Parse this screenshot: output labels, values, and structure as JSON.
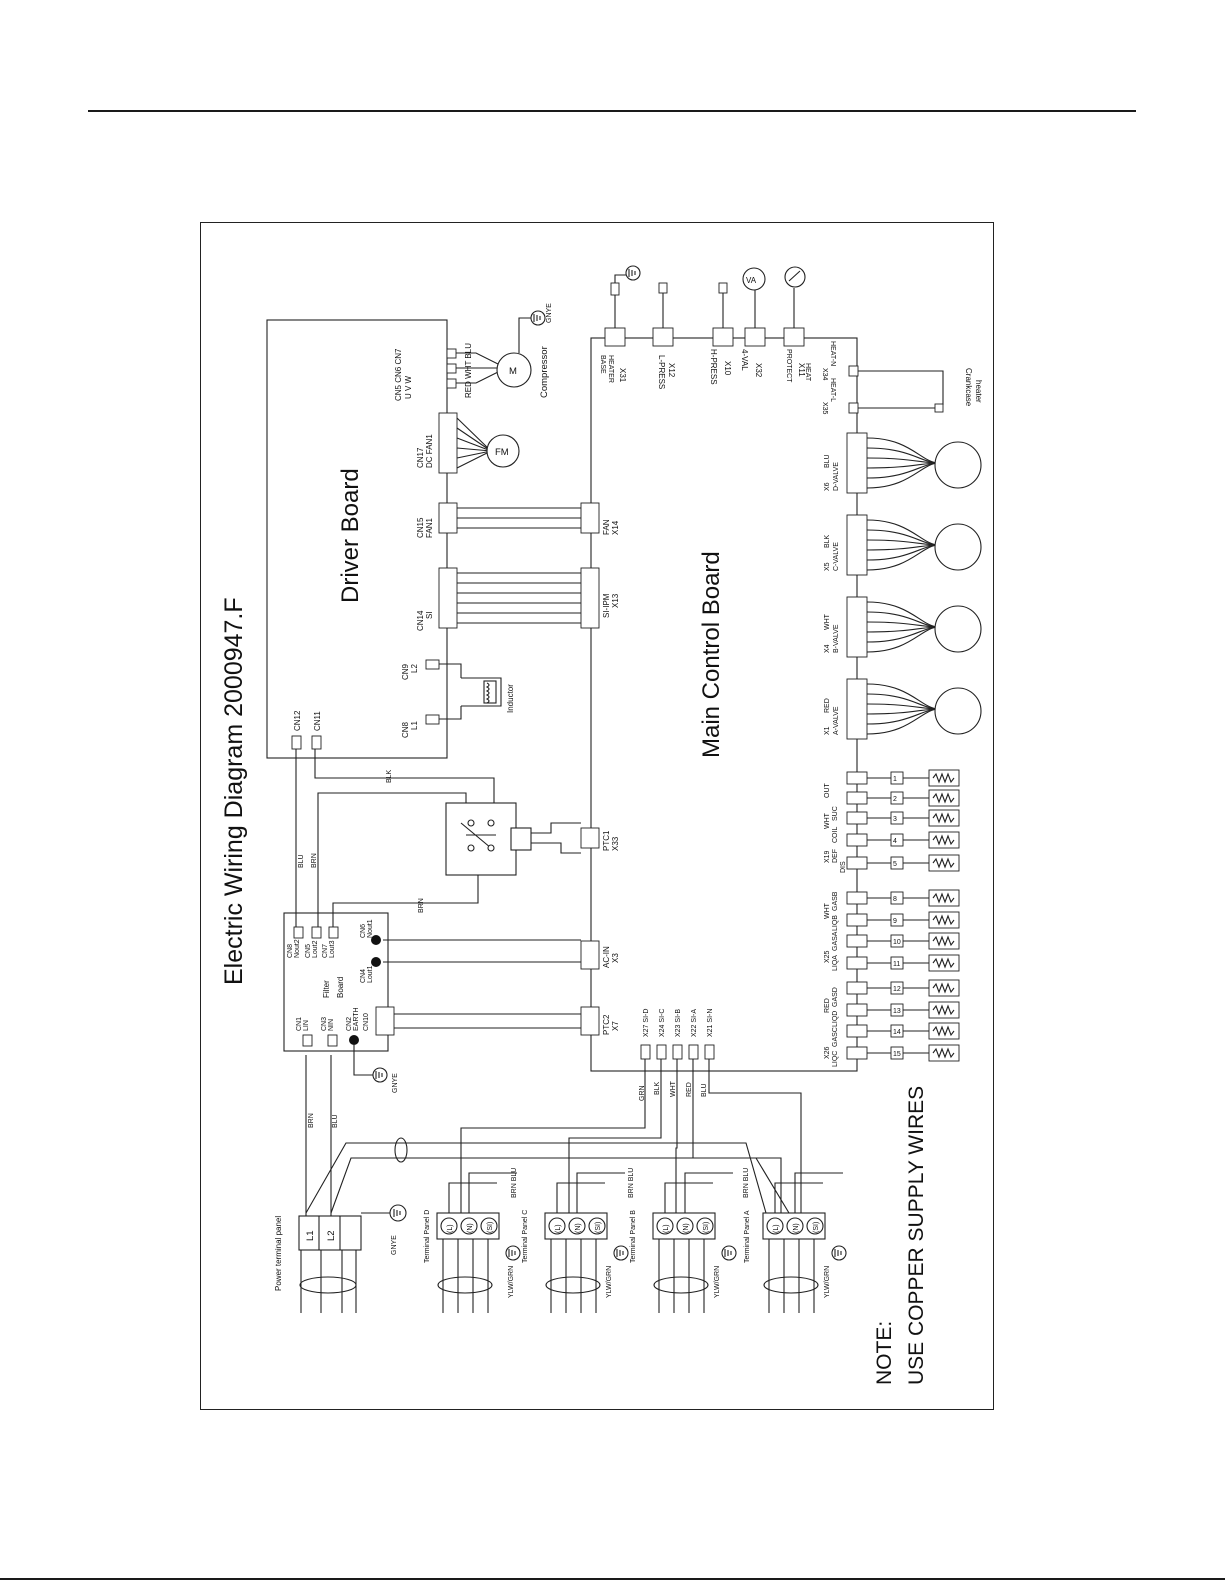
{
  "title": "Electric Wiring Diagram   2000947.F",
  "boards": {
    "driver": "Driver Board",
    "main": "Main Control Board",
    "filter": [
      "Filter",
      "Board"
    ]
  },
  "note": {
    "line1": "NOTE:",
    "line2": "USE COPPER SUPPLY WIRES"
  },
  "driver_connectors": {
    "cn12": "CN12",
    "cn11": "CN11",
    "cn8": [
      "CN8",
      "L1"
    ],
    "cn9": [
      "CN9",
      "L2"
    ],
    "cn14": [
      "CN14",
      "SI"
    ],
    "cn15": [
      "CN15",
      "FAN1"
    ],
    "cn17": [
      "CN17",
      "DC FAN1"
    ],
    "cn5_7": [
      "CN5 CN6 CN7",
      "U    V    W"
    ]
  },
  "components": {
    "inductor": "Inductor",
    "compressor": "Compressor",
    "compressor_symbol": "M",
    "fan_motor": "FM",
    "crankcase": [
      "Crankcase",
      "heater"
    ],
    "va": "VA",
    "power_panel": "Power terminal panel"
  },
  "wire_colors": {
    "blk": "BLK",
    "blu": "BLU",
    "brn": "BRN",
    "gnye": "GNYE",
    "red_wht_blu": "RED WHT BLU",
    "grn": "GRN",
    "wht": "WHT",
    "red": "RED",
    "brn_blu": "BRN BLU",
    "ylw_grn": "YLW/GRN"
  },
  "filter_connectors": {
    "cn1": [
      "CN1",
      "LIN"
    ],
    "cn3": [
      "CN3",
      "NIN"
    ],
    "cn2": [
      "CN2",
      "EARTH"
    ],
    "cn10": "CN10",
    "cn4": [
      "CN4",
      "Lout1"
    ],
    "cn6": [
      "CN6",
      "Nout1"
    ],
    "cn8": [
      "CN8",
      "Nout2"
    ],
    "cn5": [
      "CN5",
      "Lout2"
    ],
    "cn7": [
      "CN7",
      "Lout3"
    ]
  },
  "main_connectors": {
    "x13": [
      "SI-IPM",
      "X13"
    ],
    "x14": [
      "FAN",
      "X14"
    ],
    "x33": [
      "PTC1",
      "X33"
    ],
    "x3": [
      "AC-IN",
      "X3"
    ],
    "x7": [
      "PTC2",
      "X7"
    ],
    "x31": [
      "X31",
      "BASE",
      "HEATER"
    ],
    "x12": [
      "X12",
      "L-PRESS"
    ],
    "x10": [
      "X10",
      "H-PRESS"
    ],
    "x32": [
      "X32",
      "4-VAL"
    ],
    "x11": [
      "X11",
      "PROTECT",
      "HEAT"
    ],
    "x34": [
      "X34",
      "HEAT-N"
    ],
    "x35": [
      "X35",
      "HEAT-L"
    ],
    "x6": [
      "X6",
      "BLU",
      "D-VALVE"
    ],
    "x5": [
      "X5",
      "BLK",
      "C-VALVE"
    ],
    "x4": [
      "X4",
      "WHT",
      "B-VALVE"
    ],
    "x1": [
      "X1",
      "RED",
      "A-VALVE"
    ],
    "x19": [
      "X19",
      "WHT",
      "OUT",
      "SUC",
      "COIL",
      "DEF",
      "DIS"
    ],
    "x25": [
      "X25",
      "WHT",
      "GASB",
      "LIQB",
      "GASA",
      "LIQA"
    ],
    "x26": [
      "X26",
      "RED",
      "GASD",
      "LIQD",
      "GASC",
      "LIQC"
    ],
    "si": [
      "X27 SI-D",
      "X24 SI-C",
      "X23 SI-B",
      "X22 SI-A",
      "X21 SI-N"
    ]
  },
  "sensor_numbers": [
    "1",
    "2",
    "3",
    "4",
    "5",
    "8",
    "9",
    "10",
    "11",
    "12",
    "13",
    "14",
    "15"
  ],
  "terminal_panels": [
    "Terminal Panel D",
    "Terminal Panel C",
    "Terminal Panel B",
    "Terminal Panel A"
  ],
  "terminal_labels": [
    "(L)",
    "(N)",
    "(SI)"
  ],
  "power_terminals": [
    "L1",
    "L2"
  ]
}
